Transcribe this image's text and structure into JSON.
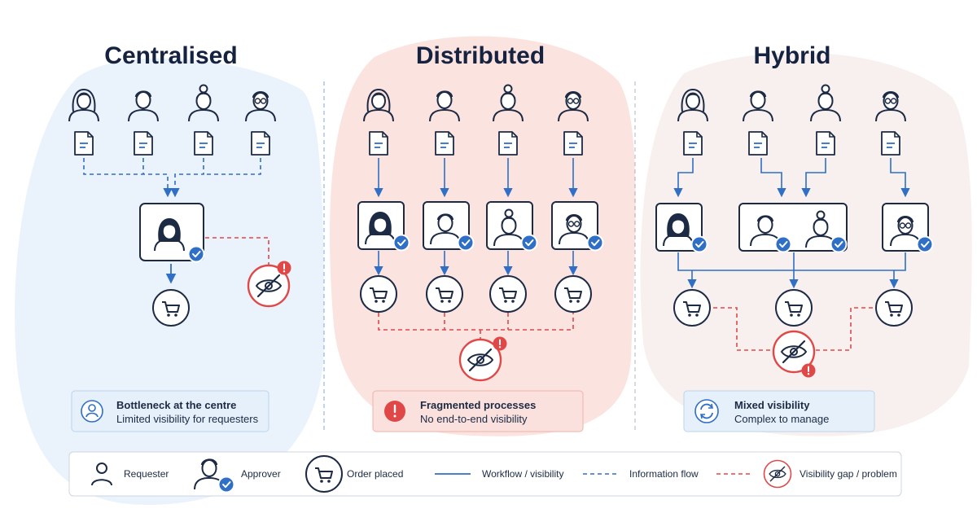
{
  "sections": [
    {
      "title": "Centralised",
      "info_title": "Bottleneck at the centre",
      "info_sub": "Limited visibility for requesters"
    },
    {
      "title": "Distributed",
      "info_title": "Fragmented processes",
      "info_sub": "No end-to-end visibility"
    },
    {
      "title": "Hybrid",
      "info_title": "Mixed visibility",
      "info_sub": "Complex to manage"
    }
  ],
  "legend": {
    "requester": "Requester",
    "approver": "Approver",
    "order_placed": "Order placed",
    "workflow": "Workflow / visibility",
    "information_flow": "Information flow",
    "visibility_gap": "Visibility gap / problem"
  },
  "colors": {
    "blue": "#2f6fc5",
    "red": "#e04848",
    "navy": "#1c2a44",
    "blue_bg": "#eaf2fc",
    "red_bg": "#fbe3df"
  }
}
